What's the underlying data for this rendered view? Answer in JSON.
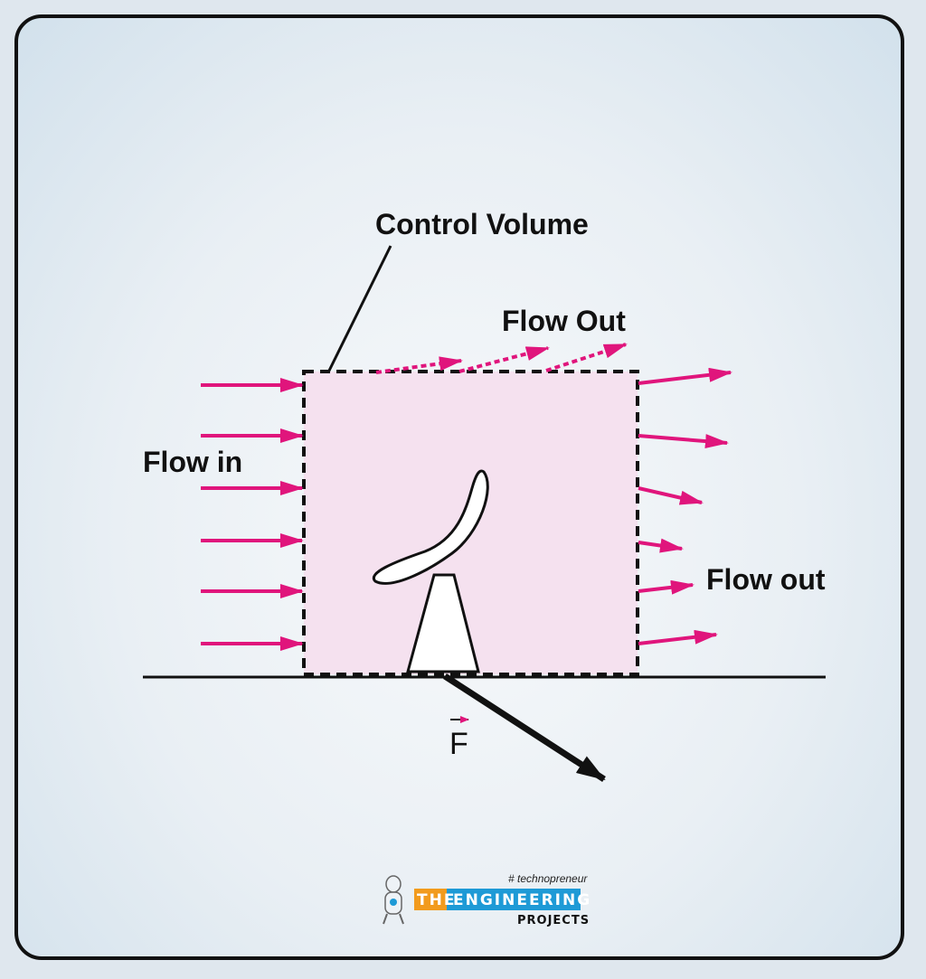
{
  "labels": {
    "control_volume": "Control Volume",
    "flow_out_top": "Flow Out",
    "flow_in": "Flow in",
    "flow_out_right": "Flow out",
    "force": "F"
  },
  "logo": {
    "hashtag": "# technopreneur",
    "word_the": "THE",
    "word_engineering": "ENGINEERING",
    "word_projects": "PROJECTS"
  },
  "colors": {
    "flow_arrow": "#e0157c",
    "control_volume_fill": "#f5e1ef",
    "logo_orange": "#f29b1d",
    "logo_blue": "#1e9ad6"
  }
}
